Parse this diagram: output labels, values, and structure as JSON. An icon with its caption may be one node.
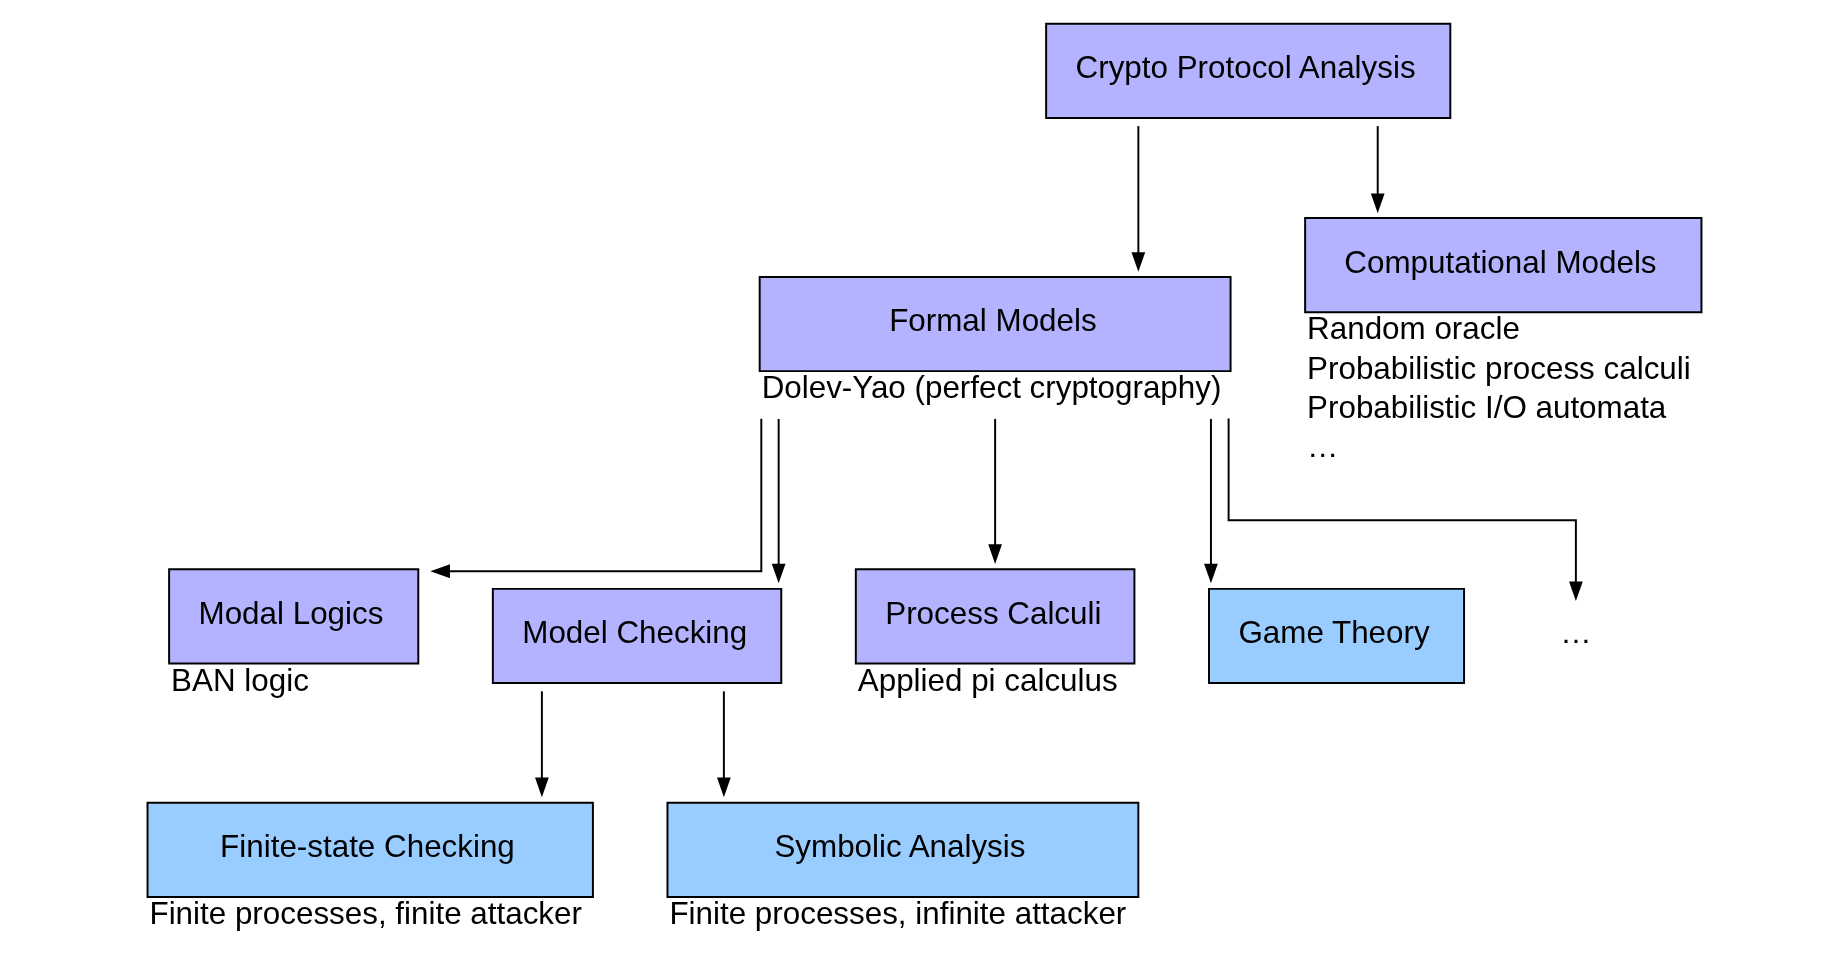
{
  "diagram": {
    "nodes": [
      {
        "text": [
          "Crypto Protocol Analysis"
        ]
      },
      {
        "text": [
          "Formal Models"
        ],
        "beside": [
          "Dolev-Yao (perfect cryptography)"
        ]
      },
      {
        "text": [
          "Computational Models"
        ],
        "beside": [
          "Random oracle",
          "Probabilistic process calculi",
          "Probabilistic I/O automata",
          "…"
        ]
      },
      {
        "text": [
          "Modal Logics"
        ],
        "beside": [
          "BAN logic"
        ]
      },
      {
        "text": [
          "Model Checking"
        ]
      },
      {
        "text": [
          "Process Calculi"
        ],
        "beside": [
          "Applied pi calculus"
        ]
      },
      {
        "text": [
          "Game Theory"
        ]
      },
      {
        "text": [
          "…"
        ]
      },
      {
        "text": [
          "Finite-state Checking"
        ],
        "beside": [
          "Finite processes, finite attacker"
        ]
      },
      {
        "text": [
          "Symbolic Analysis"
        ],
        "beside": [
          "Finite processes, infinite attacker"
        ]
      }
    ],
    "edges": [
      {
        "from": 0,
        "to": 1,
        "arrow": "to"
      },
      {
        "from": 0,
        "to": 2,
        "arrow": "to"
      },
      {
        "from": 1,
        "to": 3,
        "arrow": "to"
      },
      {
        "from": 1,
        "to": 4,
        "arrow": "to"
      },
      {
        "from": 1,
        "to": 5,
        "arrow": "to"
      },
      {
        "from": 1,
        "to": 6,
        "arrow": "to"
      },
      {
        "from": 1,
        "to": 7,
        "arrow": "to"
      },
      {
        "from": 4,
        "to": 8,
        "arrow": "to"
      },
      {
        "from": 4,
        "to": 9,
        "arrow": "to"
      }
    ]
  }
}
